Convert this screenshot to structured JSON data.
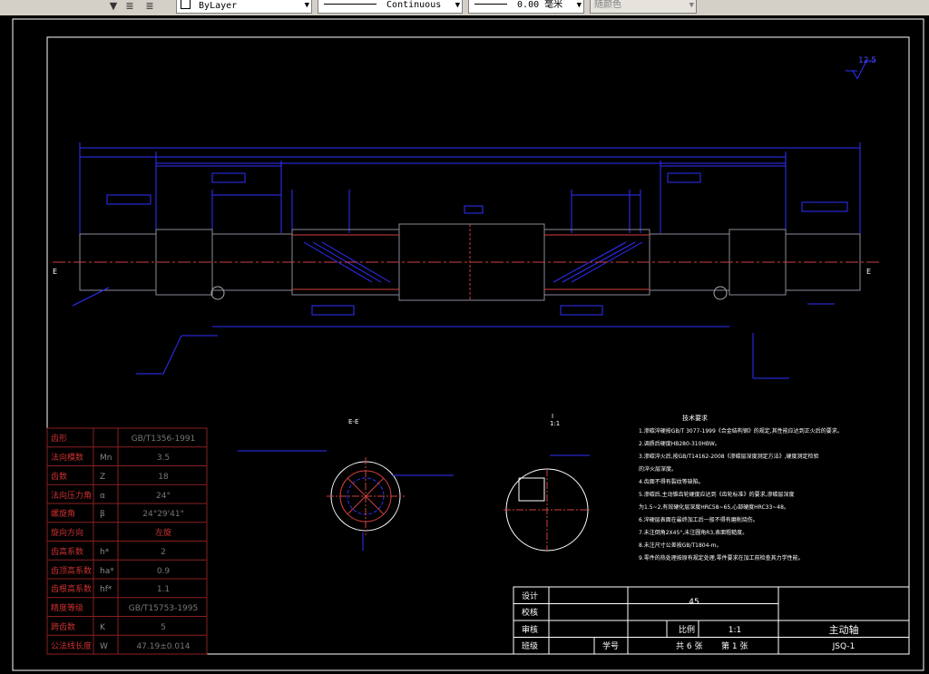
{
  "toolbar": {
    "layer_label": "ByLayer",
    "linetype_label": "Continuous",
    "lineweight_label": "0.00 毫米",
    "color_label": "随颜色"
  },
  "drawing": {
    "roughness_mark": "12.5",
    "axis_marks": [
      "E",
      "E"
    ],
    "section_label": "E-E",
    "section_ratio": "1:1",
    "detail_label": "I",
    "gear_params": {
      "rows": [
        {
          "name": "齿形",
          "symbol": "",
          "value": "GB/T1356-1991"
        },
        {
          "name": "法向模数",
          "symbol": "Mn",
          "value": "3.5"
        },
        {
          "name": "齿数",
          "symbol": "Z",
          "value": "18"
        },
        {
          "name": "法向压力角",
          "symbol": "α",
          "value": "24°"
        },
        {
          "name": "螺旋角",
          "symbol": "β",
          "value": "24°29'41\""
        },
        {
          "name": "旋向方向",
          "symbol": "",
          "value": "左旋"
        },
        {
          "name": "齿高系数",
          "symbol": "h*",
          "value": "2"
        },
        {
          "name": "齿顶高系数",
          "symbol": "ha*",
          "value": "0.9"
        },
        {
          "name": "齿根高系数",
          "symbol": "hf*",
          "value": "1.1"
        },
        {
          "name": "精度等级",
          "symbol": "",
          "value": "GB/T15753-1995"
        },
        {
          "name": "跨齿数",
          "symbol": "K",
          "value": "5"
        },
        {
          "name": "公法线长度",
          "symbol": "W",
          "value": "47.19±0.014"
        }
      ]
    },
    "tech_req": {
      "title": "技术要求",
      "lines": [
        "1.渗碳淬硬按GB/T 3077-1999《合金结构钢》的规定,其性能应达到正火后的要求。",
        "2.调质后硬度HB280-310HBW。",
        "3.渗碳淬火后,按GB/T14162-2008《渗碳层深度测定方法》,硬度测定检验",
        "  的淬火层深度。",
        "4.齿面不得有裂纹等缺陷。",
        "5.渗碳后,主动锥齿轮硬度应达到《齿轮标准》的要求,渗碳层深度",
        "  为1.5~2,有效硬化层深度HRC58~65,心部硬度HRC33~48。",
        "6.淬硬层表面在最终加工后一般不得有磨削烧伤。",
        "7.未注倒角2X45°,未注圆角R3,表面粗糙度。",
        "8.未注尺寸公差按GB/T1804-m。",
        "9.零件的热处理按原有规定处理,零件要求在加工前检查其力学性能。"
      ]
    },
    "title_block": {
      "design": "设计",
      "check": "校核",
      "review": "审核",
      "class": "班级",
      "student_no": "学号",
      "material": "45",
      "scale_label": "比例",
      "scale": "1:1",
      "part_name": "主动轴",
      "sheets": "共 6 张",
      "sheet_no": "第 1 张",
      "drawing_no": "JSQ-1"
    }
  }
}
